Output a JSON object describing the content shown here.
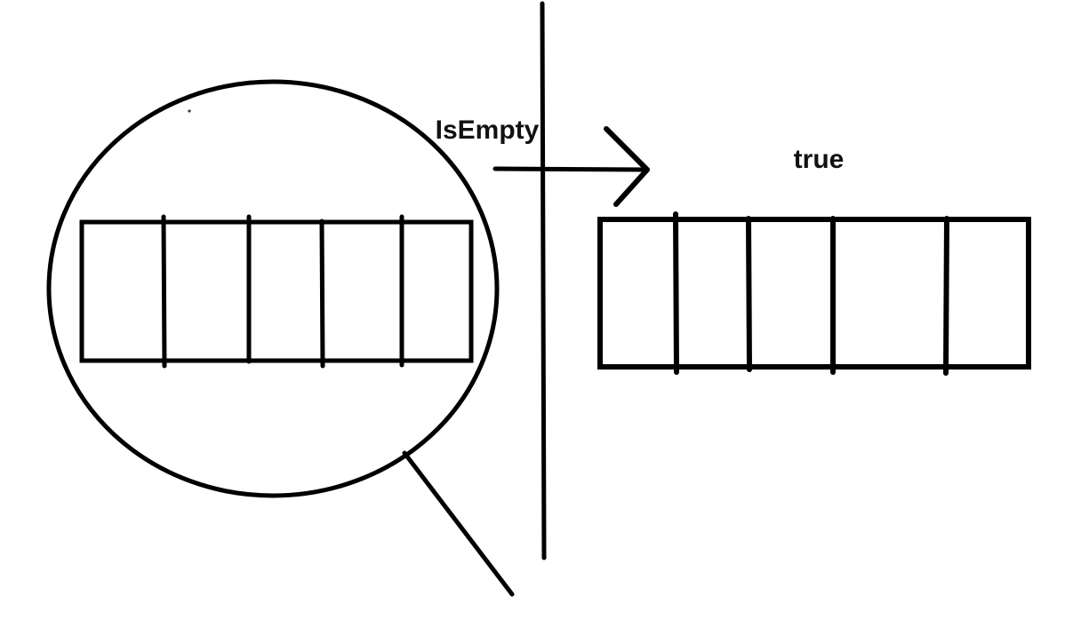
{
  "diagram": {
    "operation_label": "IsEmpty",
    "result_label": "true",
    "left_array": {
      "cell_count": 5,
      "cells_empty": true
    },
    "right_array": {
      "cell_count": 5,
      "cells_empty": true
    },
    "colors": {
      "line": "#000000",
      "background": "#ffffff",
      "text": "#111111"
    }
  }
}
